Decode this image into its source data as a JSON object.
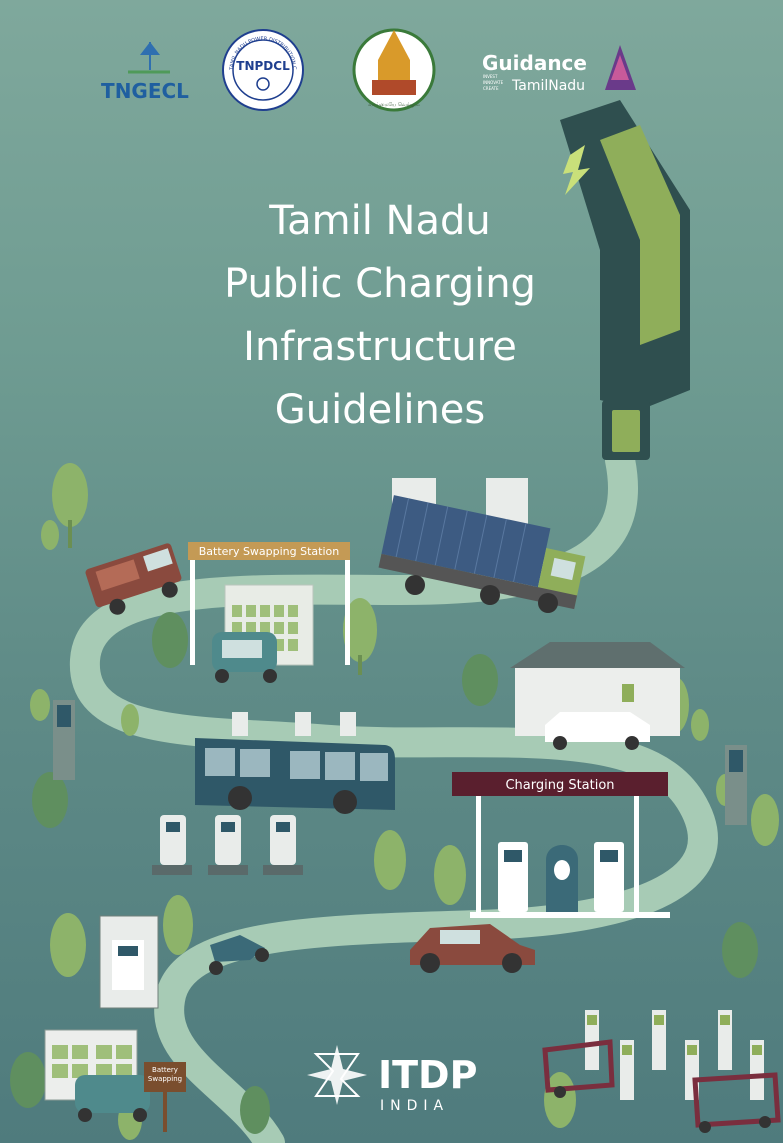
{
  "logos": {
    "tngecl": "TNGECL",
    "tnpdcl": "TNPDCL",
    "tnpdcl_ring": "TAMIL NADU POWER DISTRIBUTION CORPORATION LIMITED",
    "tn_emblem_caption": "வாய்மையே வெல்லும்",
    "guidance": "Guidance",
    "guidance_sub": "TamilNadu",
    "guidance_tag1": "INVEST",
    "guidance_tag2": "INNOVATE",
    "guidance_tag3": "CREATE",
    "itdp": "ITDP",
    "itdp_sub": "INDIA"
  },
  "title_lines": [
    "Tamil Nadu",
    "Public Charging",
    "Infrastructure",
    "Guidelines"
  ],
  "signs": {
    "battery_swapping": "Battery Swapping Station",
    "charging_station": "Charging Station",
    "battery_swapping_small_1": "Battery",
    "battery_swapping_small_2": "Swapping"
  },
  "colors": {
    "bg_top": "#7fa89c",
    "bg_bottom": "#4f7b7d",
    "road": "#a7cbb5",
    "plug_dark": "#2f4f4f",
    "plug_green": "#8fae5a",
    "sign_brown": "#c49a55",
    "sign_maroon": "#5a1f2e"
  }
}
